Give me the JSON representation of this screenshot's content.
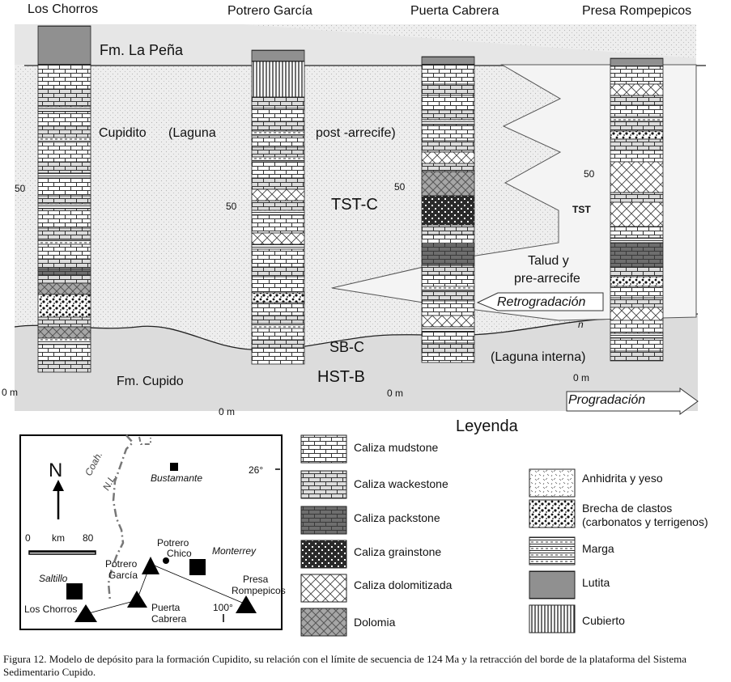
{
  "sections": [
    {
      "name": "Los Chorros"
    },
    {
      "name": "Potrero García"
    },
    {
      "name": "Puerta Cabrera"
    },
    {
      "name": "Presa Rompepicos"
    }
  ],
  "labels": {
    "fm_la_pena": "Fm. La Peña",
    "cupidito": "Cupidito",
    "laguna": "(Laguna",
    "post_arrecife": "post -arrecife)",
    "tst_c": "TST-C",
    "tst": "TST",
    "talud": "Talud y",
    "pre_arrecife": "pre-arrecife",
    "retrogradacion": "Retrogradación",
    "sb_c": "SB-C",
    "hst_b": "HST-B",
    "fm_cupido": "Fm. Cupido",
    "laguna_interna": "(Laguna interna)",
    "progradacion": "Progradación",
    "n_mark": "n"
  },
  "scales": {
    "los_chorros": {
      "top": "50",
      "bottom": "0 m"
    },
    "potrero_garcia": {
      "top": "50",
      "bottom": "0 m"
    },
    "puerta_cabrera": {
      "top": "50",
      "bottom": "0 m"
    },
    "presa_rompepicos": {
      "top": "50",
      "bottom": "0 m"
    }
  },
  "legend": {
    "title": "Leyenda",
    "items_left": [
      {
        "label": "Caliza mudstone",
        "pattern": "mudstone"
      },
      {
        "label": "Caliza wackestone",
        "pattern": "wackestone"
      },
      {
        "label": "Caliza packstone",
        "pattern": "packstone"
      },
      {
        "label": "Caliza grainstone",
        "pattern": "grainstone"
      },
      {
        "label": "Caliza dolomitizada",
        "pattern": "dolomitizada"
      },
      {
        "label": "Dolomia",
        "pattern": "dolomia"
      }
    ],
    "items_right": [
      {
        "label": "Anhidrita y yeso",
        "pattern": "anhidrita"
      },
      {
        "label": "Brecha de clastos",
        "label2": "(carbonatos y terrigenos)",
        "pattern": "brecha"
      },
      {
        "label": "Marga",
        "pattern": "marga"
      },
      {
        "label": "Lutita",
        "pattern": "lutita"
      },
      {
        "label": "Cubierto",
        "pattern": "cubierto"
      }
    ]
  },
  "map": {
    "north": "N",
    "scale_start": "0",
    "scale_unit": "km",
    "scale_end": "80",
    "lat": "26°",
    "lon": "100°",
    "border_coah": "Coah.",
    "border_nl": "N.L.",
    "cities": [
      {
        "name": "Bustamante"
      },
      {
        "name": "Monterrey"
      },
      {
        "name": "Saltillo"
      }
    ],
    "sites": [
      {
        "name": "Potrero",
        "name2": "Chico"
      },
      {
        "name": "Potrero",
        "name2": "García"
      },
      {
        "name": "Presa",
        "name2": "Rompepicos"
      },
      {
        "name": "Puerta",
        "name2": "Cabrera"
      },
      {
        "name": "Los Chorros"
      }
    ]
  },
  "caption": "Figura 12. Modelo de depósito para la formación Cupidito, su relación con el límite de secuencia de 124 Ma y la retracción del borde de la plataforma del Sistema Sedimentario Cupido."
}
